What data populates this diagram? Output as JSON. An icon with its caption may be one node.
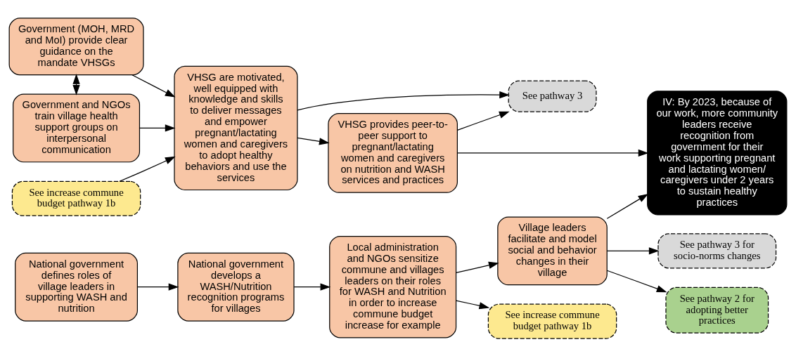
{
  "diagram": {
    "nodes": [
      {
        "text": [
          "Government (MOH, MRD and MoI) provide clear guidance on the mandate VHSGs"
        ]
      },
      {
        "text": [
          "Government and NGOs train village health support groups on interpersonal communication"
        ]
      },
      {
        "text": [
          "See increase commune budget pathway 1b"
        ]
      },
      {
        "text": [
          "See pathway 3"
        ]
      },
      {
        "text": [
          "VHSG are motivated, well equipped with knowledge and skills to deliver messages and empower pregnant/lactating women and caregivers to adopt healthy behaviors and use the services"
        ]
      },
      {
        "text": [
          "VHSG provides peer-to-peer support to pregnant/lactating women and caregivers on nutrition and WASH services and practices"
        ]
      },
      {
        "text": [
          "IV: By 2023, because of our work, more community leaders receive recognition from government for their work supporting pregnant and lactating women/ caregivers under 2 years to sustain healthy practices"
        ]
      },
      {
        "text": [
          "National government defines roles of village leaders in supporting WASH and nutrition"
        ]
      },
      {
        "text": [
          "National government develops a WASH/Nutrition recognition programs for villages"
        ]
      },
      {
        "text": [
          "Local administration and NGOs sensitize commune and villages leaders on their roles for WASH and Nutrition in order to increase commune budget increase for example"
        ]
      },
      {
        "text": [
          "Village leaders facilitate and model social and behavior changes in their village"
        ]
      },
      {
        "text": [
          "See increase commune budget pathway 1b"
        ]
      },
      {
        "text": [
          "See pathway 3 for socio-norms changes"
        ]
      },
      {
        "text": [
          "See pathway 2 for adopting better practices"
        ]
      }
    ],
    "edges": [
      {
        "from": 0,
        "to": 1,
        "arrow": "both"
      },
      {
        "from": 0,
        "to": 4,
        "arrow": "to"
      },
      {
        "from": 1,
        "to": 4,
        "arrow": "to"
      },
      {
        "from": 2,
        "to": 4,
        "arrow": "to"
      },
      {
        "from": 4,
        "to": 3,
        "arrow": "to"
      },
      {
        "from": 4,
        "to": 5,
        "arrow": "to"
      },
      {
        "from": 5,
        "to": 3,
        "arrow": "to"
      },
      {
        "from": 5,
        "to": 6,
        "arrow": "to"
      },
      {
        "from": 7,
        "to": 8,
        "arrow": "to"
      },
      {
        "from": 8,
        "to": 9,
        "arrow": "to"
      },
      {
        "from": 9,
        "to": 10,
        "arrow": "to"
      },
      {
        "from": 9,
        "to": 11,
        "arrow": "to"
      },
      {
        "from": 10,
        "to": 6,
        "arrow": "to"
      },
      {
        "from": 10,
        "to": 12,
        "arrow": "to"
      },
      {
        "from": 10,
        "to": 13,
        "arrow": "to"
      }
    ]
  }
}
